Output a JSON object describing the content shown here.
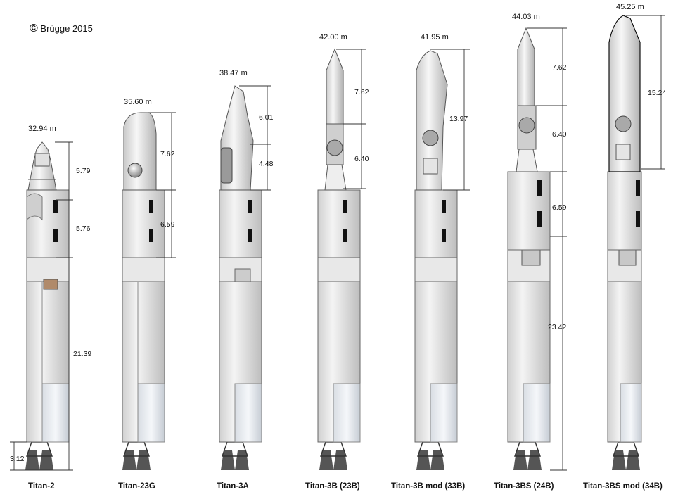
{
  "copyright": {
    "symbol": "©",
    "text": "Brügge 2015"
  },
  "rockets": [
    {
      "name": "Titan-2",
      "height": "32.94 m",
      "dims": [
        "5.79",
        "5.76",
        "21.39",
        "3.12"
      ]
    },
    {
      "name": "Titan-23G",
      "height": "35.60 m",
      "dims": [
        "7.62",
        "6.59"
      ]
    },
    {
      "name": "Titan-3A",
      "height": "38.47 m",
      "dims": [
        "6.01",
        "4.48"
      ]
    },
    {
      "name": "Titan-3B (23B)",
      "height": "42.00 m",
      "dims": [
        "7.62",
        "6.40"
      ]
    },
    {
      "name": "Titan-3B mod (33B)",
      "height": "41.95 m",
      "dims": [
        "13.97"
      ]
    },
    {
      "name": "Titan-3BS (24B)",
      "height": "44.03 m",
      "dims": [
        "7.62",
        "6.40",
        "6.59",
        "23.42"
      ]
    },
    {
      "name": "Titan-3BS mod (34B)",
      "height": "45.25 m",
      "dims": [
        "15.24"
      ]
    }
  ]
}
